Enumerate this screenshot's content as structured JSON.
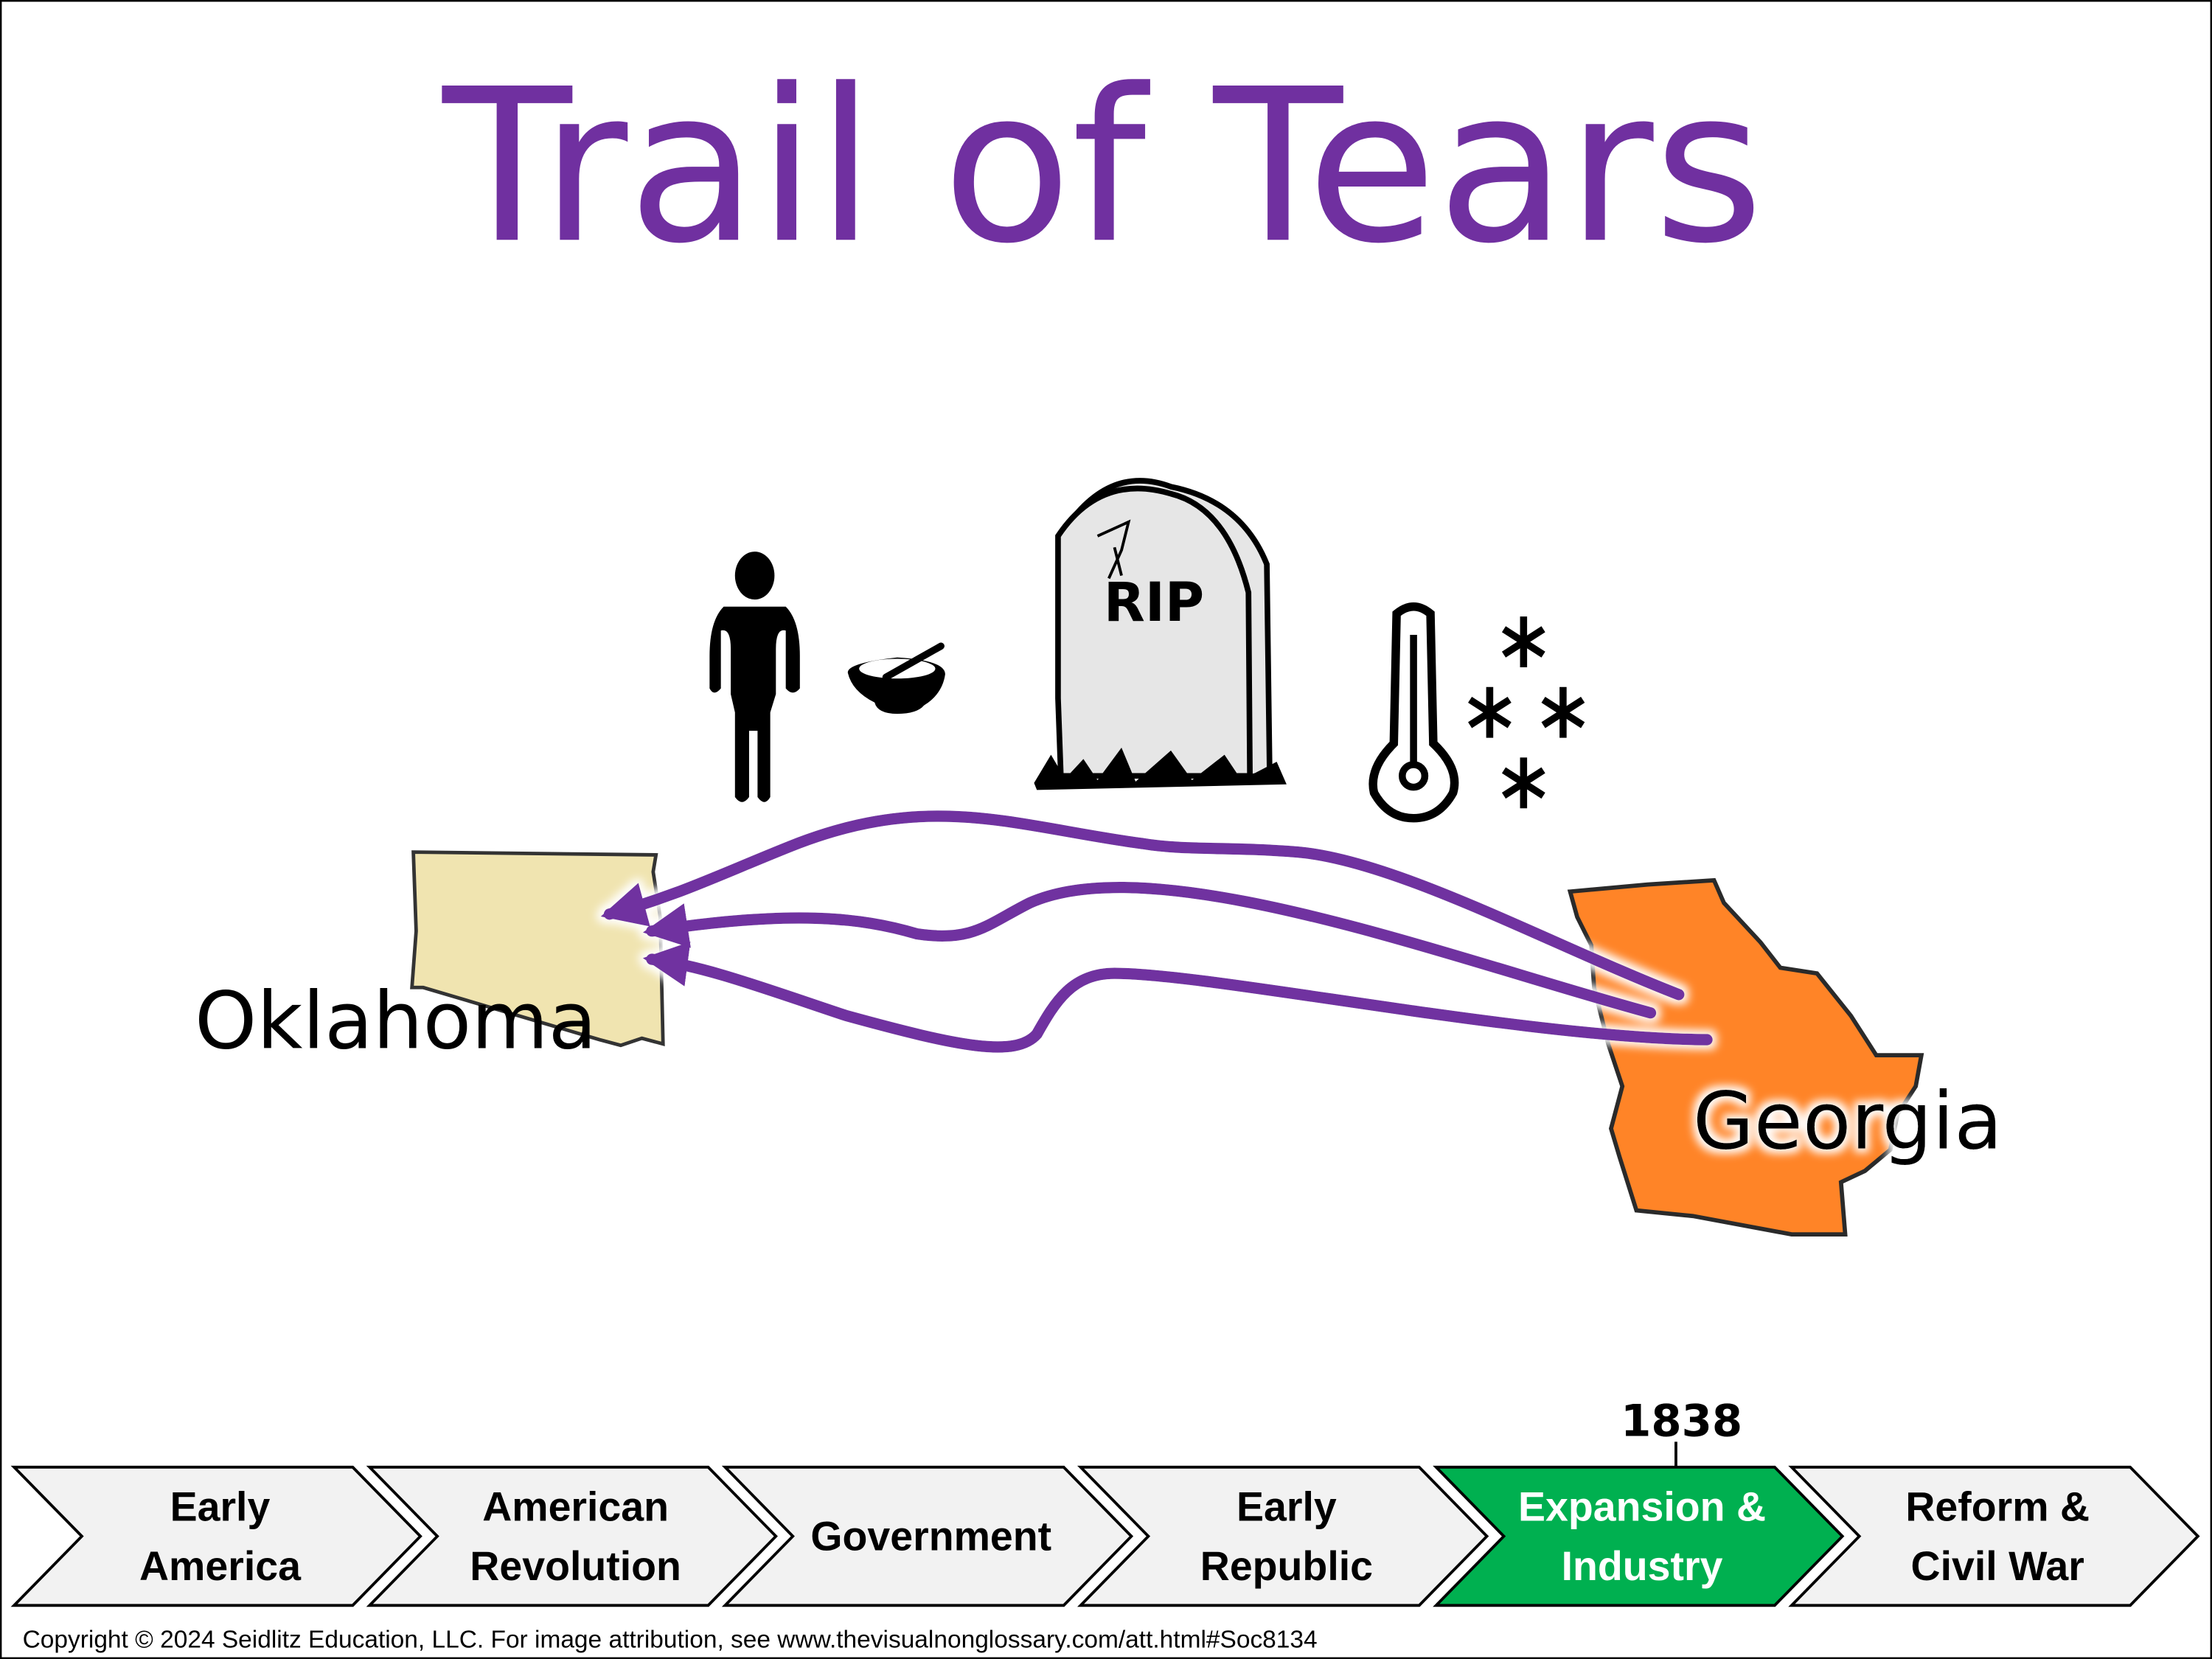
{
  "title": "Trail of Tears",
  "map": {
    "origin_label": "Georgia",
    "destination_label": "Oklahoma",
    "tombstone_text": "RIP"
  },
  "icons": [
    "starving-person-icon",
    "empty-bowl-icon",
    "tombstone-icon",
    "thermometer-icon",
    "snowflake-icon"
  ],
  "timeline": {
    "marker_year": "1838",
    "eras": [
      {
        "line1": "Early",
        "line2": "America",
        "active": false
      },
      {
        "line1": "American",
        "line2": "Revolution",
        "active": false
      },
      {
        "line1": "Government",
        "line2": "",
        "active": false
      },
      {
        "line1": "Early",
        "line2": "Republic",
        "active": false
      },
      {
        "line1": "Expansion &",
        "line2": "Industry",
        "active": true
      },
      {
        "line1": "Reform &",
        "line2": "Civil War",
        "active": false
      }
    ]
  },
  "footer": "Copyright © 2024 Seidlitz Education, LLC.  For image attribution, see www.thevisualnonglossary.com/att.html#Soc8134",
  "colors": {
    "title": "#7030A0",
    "arrow": "#7030A0",
    "active_era": "#00B050",
    "era": "#F2F2F2",
    "oklahoma": "#F0E4B0",
    "georgia": "#FF8427"
  }
}
